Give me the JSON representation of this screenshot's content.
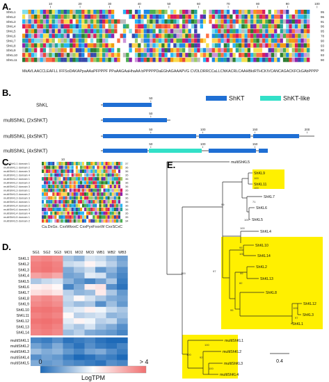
{
  "panels": {
    "A": {
      "letter": "A.",
      "ruler_ticks": [
        {
          "label": "10",
          "col": 10
        },
        {
          "label": "20",
          "col": 20
        },
        {
          "label": "30",
          "col": 30
        },
        {
          "label": "40",
          "col": 40
        },
        {
          "label": "50",
          "col": 50
        },
        {
          "label": "60",
          "col": 60
        },
        {
          "label": "70",
          "col": 70
        },
        {
          "label": "80",
          "col": 80
        },
        {
          "label": "90",
          "col": 90
        },
        {
          "label": "100",
          "col": 100
        }
      ],
      "sequences": [
        {
          "name": "ShKL1",
          "len": "95"
        },
        {
          "name": "ShKL2",
          "len": "96"
        },
        {
          "name": "ShKL3",
          "len": "91"
        },
        {
          "name": "ShKL4",
          "len": "96"
        },
        {
          "name": "ShKL5",
          "len": "95"
        },
        {
          "name": "ShKL6",
          "len": "78"
        },
        {
          "name": "ShKL7",
          "len": "90"
        },
        {
          "name": "ShKL8",
          "len": "93"
        },
        {
          "name": "ShKL9",
          "len": "90"
        },
        {
          "name": "ShKL10",
          "len": "93"
        },
        {
          "name": "ShKL11",
          "len": "90"
        }
      ],
      "logo_text": "MkAVLAACCLEAFLL IFFSoDAKAPpaAAaPFPPPF PPaAAGAaHhaAA bPPPPPDaEGhAGAAAPVG CVDLDRRCCaLLCNKACRLCAAHBkiRTHCKIVCANCAGACKFCkGAbPPPP"
    },
    "B": {
      "letter": "B.",
      "legend": [
        {
          "label": "ShKT",
          "color": "#1f6fd4"
        },
        {
          "label": "ShKT-like",
          "color": "#33e0c8"
        }
      ],
      "rows": [
        {
          "label": "ShKL",
          "ticks": [
            "50"
          ]
        },
        {
          "label": "multiShKL (2xShKT)",
          "ticks": [
            "50"
          ]
        },
        {
          "label": "multiShKL (4xShKT)",
          "ticks": [
            "50",
            "100",
            "150",
            "200"
          ]
        },
        {
          "label": "multiShKL (4xShKT)",
          "ticks": [
            "50",
            "100",
            "150"
          ]
        }
      ]
    },
    "C": {
      "letter": "C.",
      "ruler": "10",
      "rows": [
        {
          "name": "multiShKL1 domain 1",
          "len": "37"
        },
        {
          "name": "multiShKL1 domain 2",
          "len": "36"
        },
        {
          "name": "multiShKL1 domain 3",
          "len": "36"
        },
        {
          "name": "multiShKL1 domain 4",
          "len": "35"
        },
        {
          "name": "multiShKL2 domain 1",
          "len": "36"
        },
        {
          "name": "multiShKL2 domain 2",
          "len": "36"
        },
        {
          "name": "multiShKL2 domain 3",
          "len": "36"
        },
        {
          "name": "multiShKL3 domain 1",
          "len": "35"
        },
        {
          "name": "multiShKL3 domain 2",
          "len": "36"
        },
        {
          "name": "multiShKL3 domain 3",
          "len": "36"
        },
        {
          "name": "multiShKL4 domain 1",
          "len": "36"
        },
        {
          "name": "multiShKL4 domain 2",
          "len": "36"
        },
        {
          "name": "multiShKL4 domain 3",
          "len": "36"
        },
        {
          "name": "multiShKL4 domain 4",
          "len": "35"
        },
        {
          "name": "multiShKL5 domain 1",
          "len": "35"
        },
        {
          "name": "multiShKL5 domain 2",
          "len": "34"
        }
      ],
      "logo_text": "Ca.DxGx. CxxWkxxC CxxPyxFxxxW CxxSCxC"
    },
    "D": {
      "letter": "D.",
      "columns": [
        "SG1",
        "SG2",
        "SG3",
        "MO1",
        "MO2",
        "MO3",
        "WB1",
        "WB2",
        "WB3"
      ],
      "rows": [
        "ShKL1",
        "ShKL2",
        "ShKL3",
        "ShKL4",
        "ShKL5",
        "ShKL6",
        "ShKL7",
        "ShKL8",
        "ShKL9",
        "ShKL10",
        "ShKL11",
        "ShKL12",
        "ShKL13",
        "ShKL14",
        "multiShKL1",
        "multiShKL2",
        "multiShKL3",
        "multiShKL4",
        "multiShKL5"
      ],
      "values": [
        [
          3.2,
          3.4,
          3.1,
          -0.6,
          -0.8,
          -0.3,
          -0.4,
          -0.7,
          -1.0
        ],
        [
          3.6,
          3.8,
          3.5,
          -0.4,
          -0.3,
          0.3,
          -0.2,
          -0.5,
          -0.9
        ],
        [
          3.7,
          3.9,
          3.6,
          -0.9,
          -0.6,
          -0.4,
          -1.1,
          -0.8,
          -1.2
        ],
        [
          2.6,
          2.9,
          2.4,
          -1.0,
          -0.9,
          -0.2,
          -0.3,
          -1.0,
          -1.3
        ],
        [
          -0.6,
          -0.4,
          -0.3,
          -0.8,
          -1.1,
          -1.3,
          -1.0,
          -0.6,
          -1.4
        ],
        [
          0.4,
          0.6,
          0.2,
          -1.3,
          -0.9,
          0.5,
          0.8,
          -1.2,
          -1.5
        ],
        [
          0.9,
          1.1,
          0.7,
          -0.5,
          -0.8,
          -0.7,
          0.6,
          -0.6,
          -1.1
        ],
        [
          3.0,
          3.3,
          2.9,
          -0.4,
          0.2,
          -0.3,
          -0.6,
          -0.9,
          -1.0
        ],
        [
          3.3,
          3.5,
          3.2,
          -0.5,
          -0.7,
          -0.6,
          -1.2,
          -0.7,
          -1.1
        ],
        [
          3.8,
          3.9,
          3.7,
          -0.3,
          -0.2,
          0.4,
          -0.1,
          -0.4,
          -0.6
        ],
        [
          3.5,
          3.7,
          3.4,
          0.2,
          -0.5,
          -0.4,
          -0.3,
          -0.8,
          -0.7
        ],
        [
          3.9,
          4.0,
          3.8,
          -0.2,
          0.3,
          -0.1,
          -0.5,
          -0.4,
          -0.9
        ],
        [
          3.6,
          3.8,
          3.5,
          -0.4,
          -0.6,
          -0.3,
          -0.7,
          -0.9,
          -1.2
        ],
        [
          3.4,
          3.6,
          3.3,
          -0.7,
          -0.5,
          -0.9,
          -1.0,
          -1.1,
          -1.3
        ],
        [
          -1.3,
          -1.4,
          -1.2,
          -1.5,
          -1.4,
          -1.3,
          -1.5,
          -1.6,
          -1.6
        ],
        [
          -1.0,
          -1.2,
          -0.9,
          -1.3,
          -1.5,
          -1.2,
          -1.4,
          -1.5,
          -1.3
        ],
        [
          -0.7,
          -0.9,
          -0.8,
          -1.1,
          -1.3,
          -1.0,
          -0.9,
          -1.2,
          -1.4
        ],
        [
          -1.2,
          -1.0,
          -1.1,
          -1.4,
          -1.6,
          -1.5,
          -1.3,
          -1.4,
          -1.6
        ],
        [
          -0.9,
          -1.1,
          -1.0,
          -1.2,
          -1.3,
          -1.4,
          -1.5,
          -1.2,
          -1.3
        ]
      ],
      "legend": {
        "min": "0",
        "max": "> 4",
        "title": "LogTPM",
        "low_color": "#1e6ab8",
        "mid_color": "#ffffff",
        "high_color": "#f07070"
      }
    },
    "E": {
      "letter": "E.",
      "leaves": [
        "multiShKL5",
        "ShKL9",
        "ShKL11",
        "ShKL7",
        "ShKL6",
        "ShKL5",
        "ShKL4",
        "ShKL10",
        "ShKL14",
        "ShKL2",
        "ShKL13",
        "ShKL8",
        "ShKL12",
        "ShKL3",
        "ShKL1",
        "multiShKL1",
        "multiShKL2",
        "multiShKL3",
        "multiShKL4"
      ],
      "bootstrap": [
        "100",
        "100",
        "99",
        "71",
        "100",
        "100",
        "97",
        "95",
        "100",
        "99",
        "82",
        "95",
        "100",
        "97",
        "100",
        "100",
        "92",
        "100",
        "100"
      ],
      "scale": "0.4",
      "highlight_color": "#fff000"
    }
  }
}
